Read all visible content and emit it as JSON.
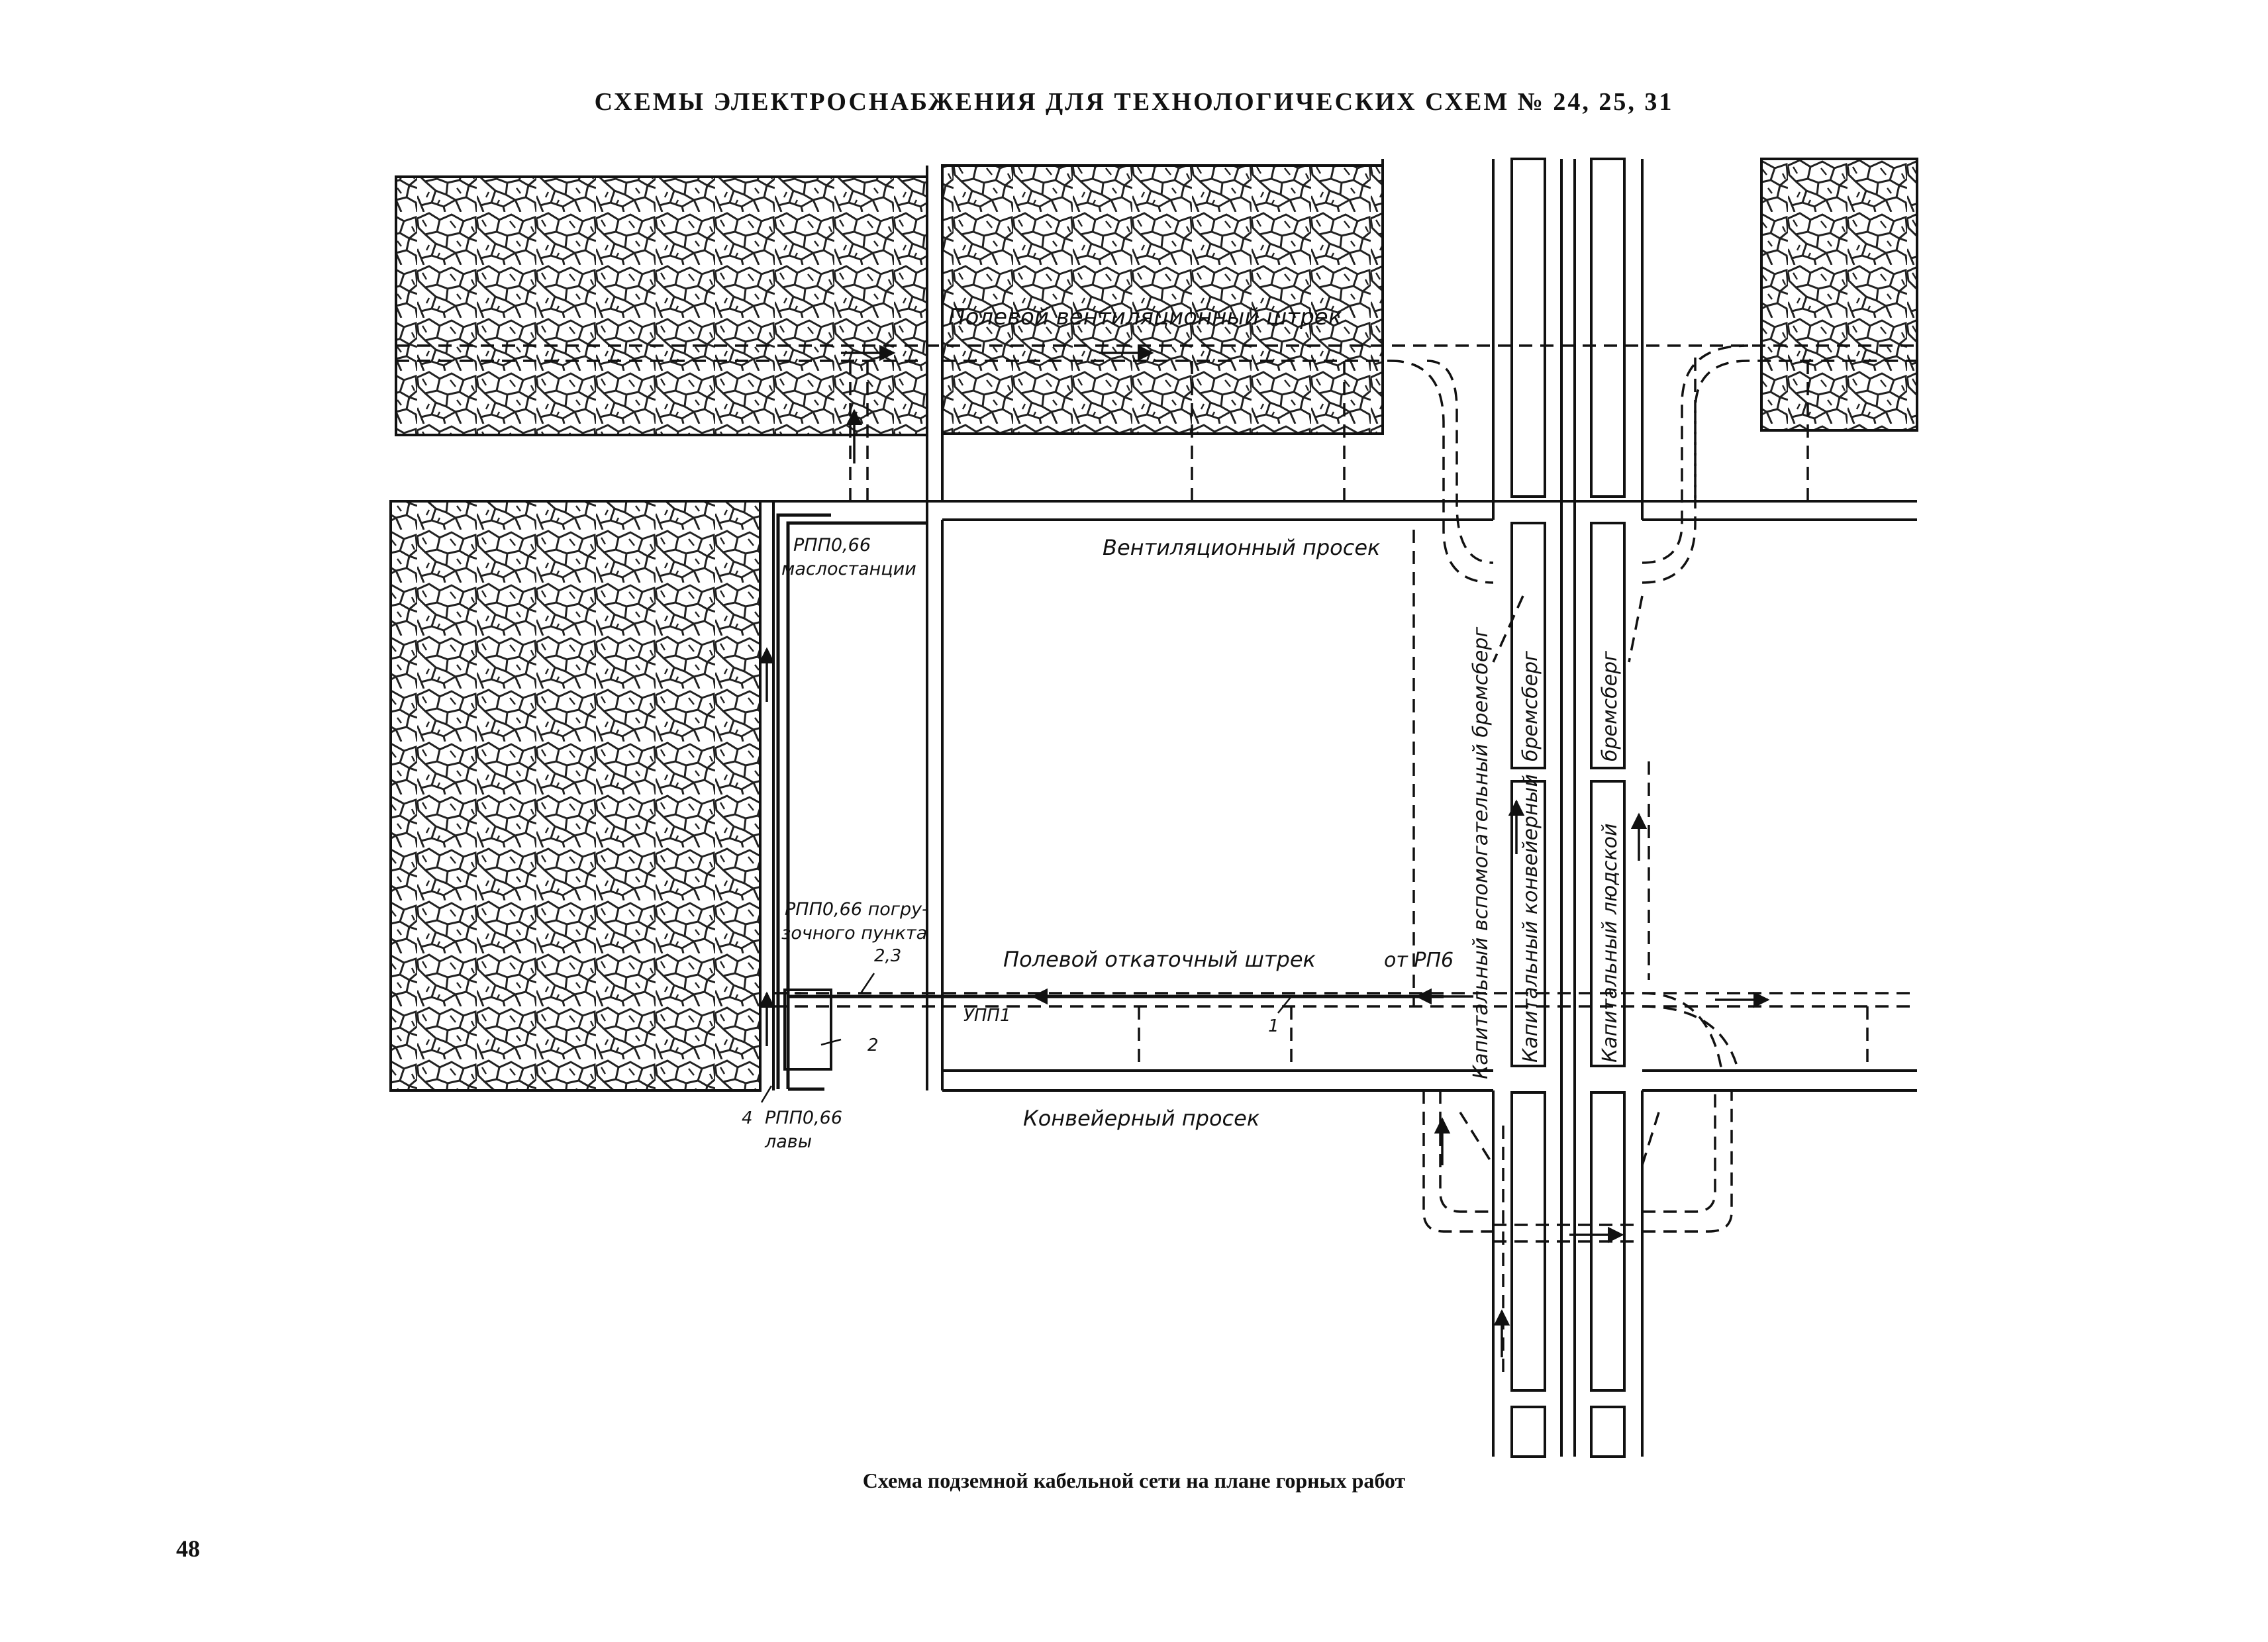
{
  "page": {
    "title": "СХЕМЫ ЭЛЕКТРОСНАБЖЕНИЯ ДЛЯ ТЕХНОЛОГИЧЕСКИХ СХЕМ № 24, 25, 31",
    "caption": "Схема подземной кабельной сети на плане горных работ",
    "page_number": "48"
  },
  "labels": {
    "field_vent_drift": "Полевой вентиляционный штрек",
    "vent_prosek": "Вентиляционный просек",
    "field_haulage_drift": "Полевой откаточный штрек",
    "from_rp6": "от РП6",
    "conveyor_prosek": "Конвейерный просек",
    "rpp_oil_1": "РПП0,66",
    "rpp_oil_2": "маслостанции",
    "rpp_load_1": "РПП0,66 погру-",
    "rpp_load_2": "зочного пункта",
    "num_23": "2,3",
    "num_2": "2",
    "num_1": "1",
    "num_4": "4",
    "upp1": "УПП1",
    "rpp_face_1": "РПП0,66",
    "rpp_face_2": "лавы",
    "aux_incline": "Капитальный вспомогательный бремсберг",
    "conv_incline_a": "Капитальный конвейерный",
    "conv_incline_b": "бремсберг",
    "people_incline_a": "Капитальный людской",
    "people_incline_b": "бремсберг"
  },
  "colors": {
    "ink": "#111111",
    "paper": "#ffffff"
  }
}
